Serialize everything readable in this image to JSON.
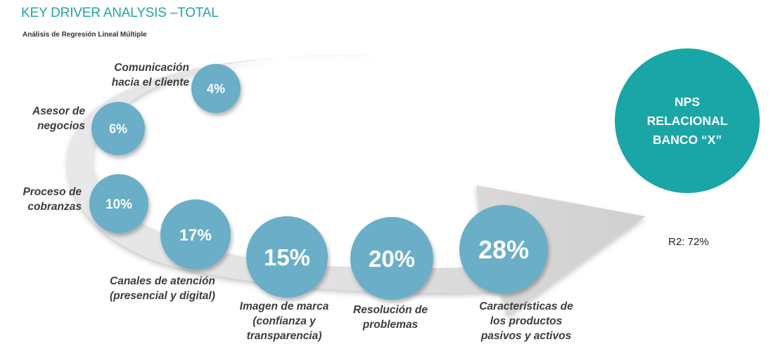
{
  "header": {
    "title": "KEY DRIVER ANALYSIS –TOTAL",
    "subtitle": "Análisis de Regresión Lineal Múltiple"
  },
  "drivers": [
    {
      "id": "comunicacion",
      "label_lines": [
        "Comunicación",
        "hacia el cliente"
      ],
      "value": "4%"
    },
    {
      "id": "asesor",
      "label_lines": [
        "Asesor de",
        "negocios"
      ],
      "value": "6%"
    },
    {
      "id": "cobranzas",
      "label_lines": [
        "Proceso de",
        "cobranzas"
      ],
      "value": "10%"
    },
    {
      "id": "canales",
      "label_lines": [
        "Canales de atención",
        "(presencial y digital)"
      ],
      "value": "17%"
    },
    {
      "id": "imagen",
      "label_lines": [
        "Imagen de marca",
        "(confianza y",
        "transparencia)"
      ],
      "value": "15%"
    },
    {
      "id": "resolucion",
      "label_lines": [
        "Resolución de",
        "problemas"
      ],
      "value": "20%"
    },
    {
      "id": "caracteristicas",
      "label_lines": [
        "Características de",
        "los productos",
        "pasivos y activos"
      ],
      "value": "28%"
    }
  ],
  "target": {
    "lines": [
      "NPS",
      "RELACIONAL",
      "BANCO “X”"
    ],
    "r2": "R2: 72%"
  },
  "colors": {
    "title": "#26a3a3",
    "bubble": "#6aaec7",
    "target": "#1aa6a6",
    "arrow": "#dcdcdc"
  }
}
